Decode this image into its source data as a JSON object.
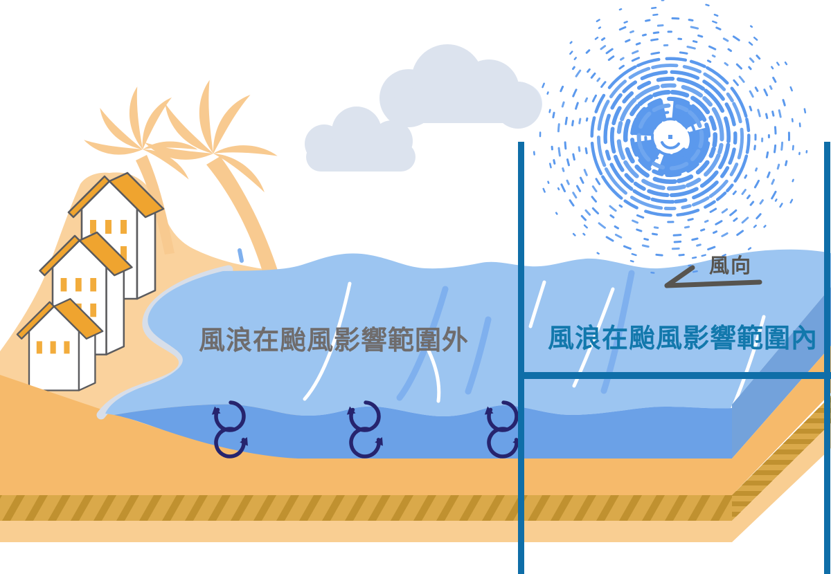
{
  "labels": {
    "outside_zone": "風浪在颱風影響範圍外",
    "inside_zone": "風浪在颱風影響範圍內",
    "wind_direction": "風向"
  },
  "icons": {
    "typhoon": "typhoon-spiral-icon",
    "clouds": "cloud-icon",
    "palm_trees": "palm-tree-icon",
    "houses": "house-icon",
    "circulation": "circulation-arrow-icon",
    "wind_arrow": "wind-direction-arrow-icon"
  },
  "colors": {
    "water_surface": "#9cc5f1",
    "water_front": "#6ba1e7",
    "water_side": "#73a2db",
    "typhoon_blue": "#5b99ed",
    "cloud_gray": "#dce3ee",
    "sand_dune": "#fad29d",
    "sand_front": "#f6ba6b",
    "sand_hatch": "#daa94a",
    "sand_hatch_stripe": "#c09130",
    "sand_bottom": "#f9ce92",
    "foam": "#d7dee9",
    "roof_orange": "#efa42f",
    "window_orange": "#f2ac3c",
    "outline_gray": "#5b5b5e",
    "divider_blue": "#0f6ea8",
    "arrow_navy": "#26246e",
    "label_gray": "#6f6c6c",
    "label_blue": "#1278ac",
    "wind_arrow_gray": "#57544f"
  }
}
